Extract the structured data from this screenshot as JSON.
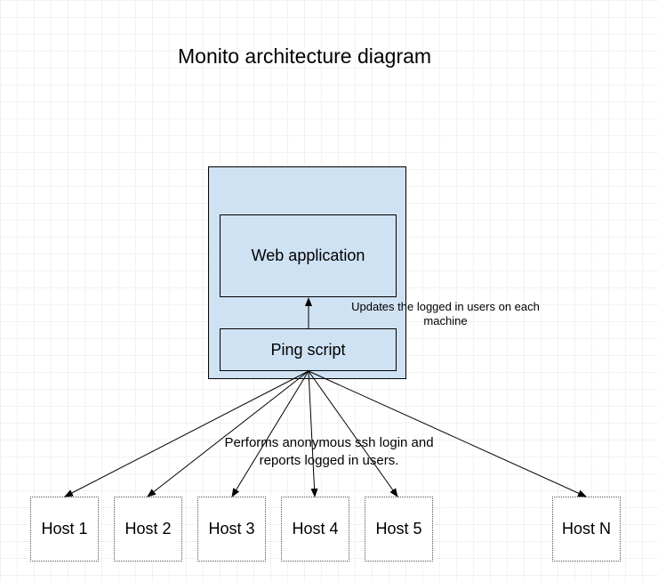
{
  "diagram": {
    "title": "Monito architecture diagram",
    "server": {
      "web_app_label": "Web application",
      "ping_script_label": "Ping script"
    },
    "update_note": "Updates the logged in users on each machine",
    "ssh_note": "Performs anonymous ssh login and reports logged in users.",
    "hosts": [
      "Host 1",
      "Host 2",
      "Host 3",
      "Host 4",
      "Host 5",
      "Host N"
    ]
  },
  "colors": {
    "server_fill": "#cfe2f3",
    "stroke": "#000000",
    "grid": "#f2f2f2"
  }
}
